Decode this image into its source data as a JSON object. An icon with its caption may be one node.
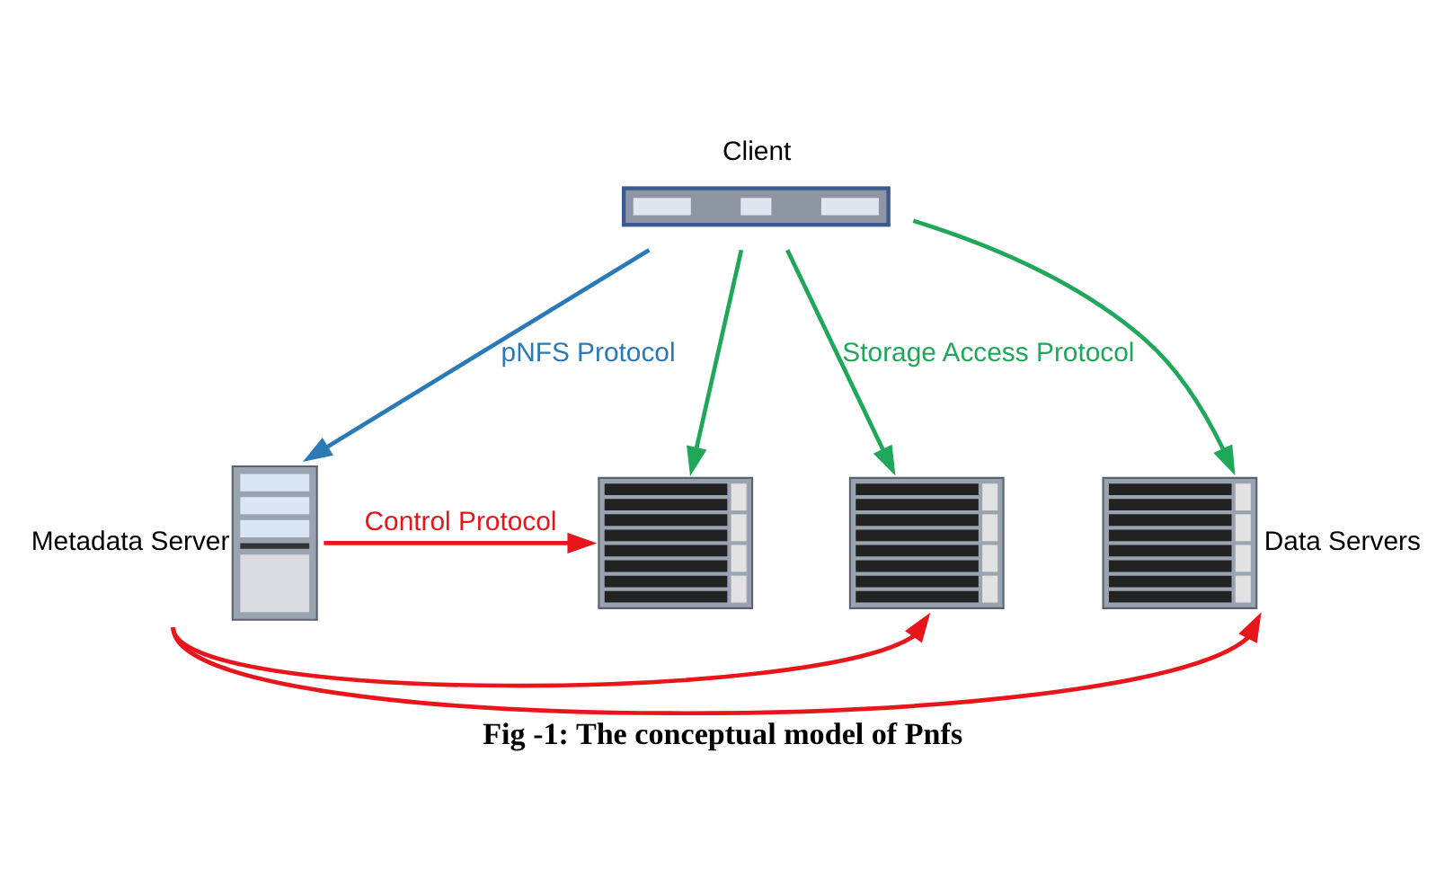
{
  "diagram": {
    "caption": "Fig -1: The conceptual model of Pnfs",
    "nodes": [
      {
        "text": [
          "Client"
        ]
      },
      {
        "text": [
          "Metadata Server"
        ]
      },
      {
        "text": [],
        "shape": "picture"
      },
      {
        "text": [],
        "shape": "picture"
      },
      {
        "text": [],
        "shape": "picture",
        "beside": [
          "Data Servers"
        ]
      }
    ],
    "edges": [
      {
        "from": 0,
        "to": 1,
        "arrow": "to",
        "label": "pNFS Protocol",
        "color": "#2a7ab8"
      },
      {
        "from": 0,
        "to": 2,
        "arrow": "to",
        "color": "#1fa85a"
      },
      {
        "from": 0,
        "to": 3,
        "arrow": "to",
        "label": "Storage Access Protocol",
        "color": "#1fa85a"
      },
      {
        "from": 0,
        "to": 4,
        "arrow": "to",
        "color": "#1fa85a"
      },
      {
        "from": 1,
        "to": 4,
        "arrow": "to",
        "color": "#e8161b"
      },
      {
        "from": 1,
        "to": 3,
        "arrow": "to",
        "color": "#e8161b"
      },
      {
        "from": 1,
        "to": 2,
        "arrow": "to",
        "label": "Control Protocol",
        "color": "#e8161b"
      }
    ]
  }
}
